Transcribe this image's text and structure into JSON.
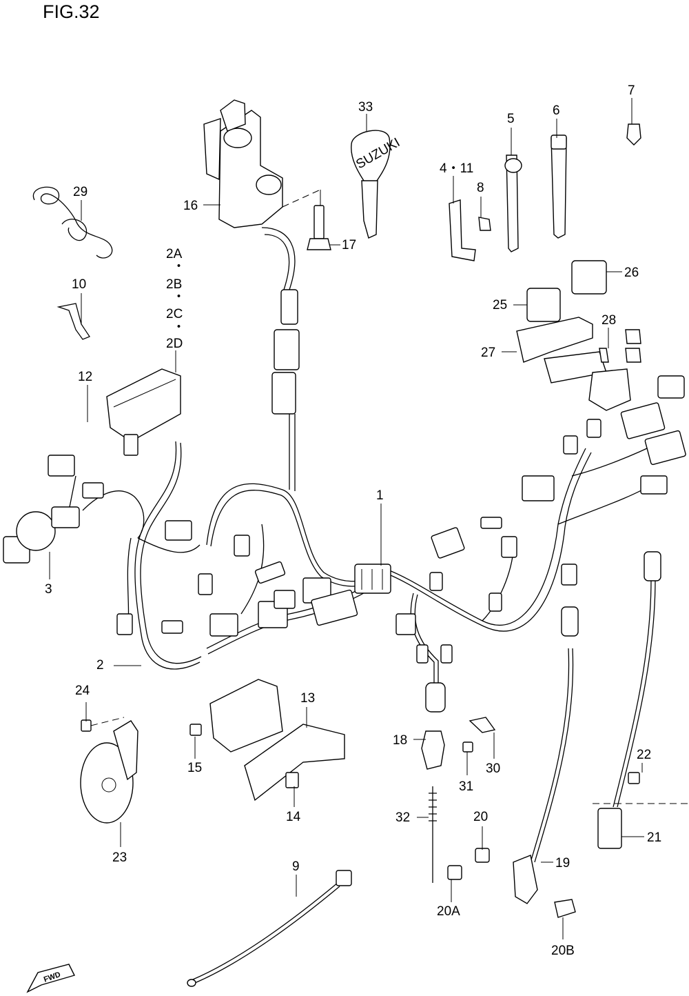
{
  "figure": {
    "title": "FIG.32"
  },
  "fwd_marker": {
    "text": "FWD",
    "icon": "fwd-arrow-icon"
  },
  "brand_on_key": "SUZUKI",
  "labels": {
    "p1": "1",
    "p2": "2",
    "p2a": "2A",
    "p2b": "2B",
    "p2c": "2C",
    "p2d": "2D",
    "p3": "3",
    "p4_11": "4・11",
    "p5": "5",
    "p6": "6",
    "p7": "7",
    "p8": "8",
    "p9": "9",
    "p10": "10",
    "p12": "12",
    "p13": "13",
    "p14": "14",
    "p15": "15",
    "p16": "16",
    "p17": "17",
    "p18": "18",
    "p19": "19",
    "p20": "20",
    "p20a": "20A",
    "p20b": "20B",
    "p21": "21",
    "p22": "22",
    "p23": "23",
    "p24": "24",
    "p25": "25",
    "p26": "26",
    "p27": "27",
    "p28": "28",
    "p29": "29",
    "p30": "30",
    "p31": "31",
    "p32": "32",
    "p33": "33"
  },
  "separator_dot": "・"
}
